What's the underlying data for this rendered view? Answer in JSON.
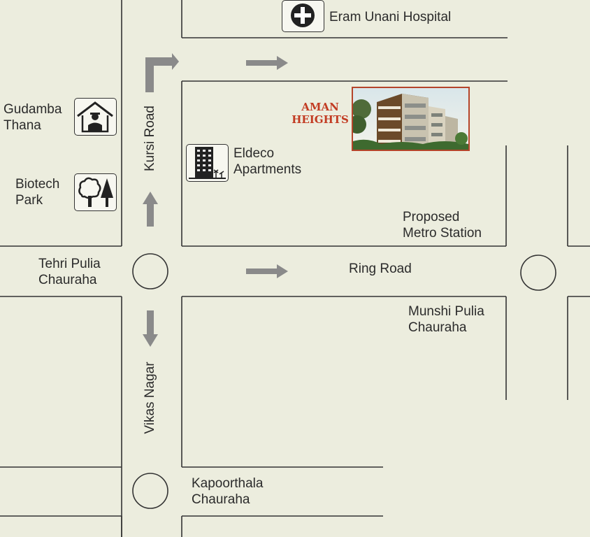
{
  "places": {
    "hospital": "Eram Unani Hospital",
    "police_line1": "Gudamba",
    "police_line2": "Thana",
    "park_line1": "Biotech",
    "park_line2": "Park",
    "apartments_line1": "Eldeco",
    "apartments_line2": "Apartments",
    "project_line1": "AMAN",
    "project_line2": "HEIGHTS",
    "metro_line1": "Proposed",
    "metro_line2": "Metro Station",
    "tehri_line1": "Tehri Pulia",
    "tehri_line2": "Chauraha",
    "munshi_line1": "Munshi Pulia",
    "munshi_line2": "Chauraha",
    "kapoorthala_line1": "Kapoorthala",
    "kapoorthala_line2": "Chauraha"
  },
  "roads": {
    "kursi": "Kursi Road",
    "ring": "Ring Road",
    "vikas": "Vikas Nagar"
  },
  "icons": {
    "hospital": "hospital-cross-icon",
    "police": "police-station-icon",
    "park": "park-trees-icon",
    "apartments": "apartment-building-icon",
    "project": "building-photo"
  },
  "colors": {
    "background": "#ecedde",
    "road_line": "#333333",
    "arrow": "#8a8a8a",
    "brand": "#c23b22"
  }
}
